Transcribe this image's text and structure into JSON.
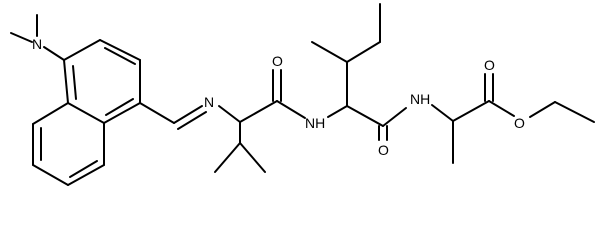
{
  "structure": {
    "atom_labels": {
      "n_dimethylamino": "N",
      "n_imine": "N",
      "o_valine_carbonyl": "O",
      "nh_amide_1": "NH",
      "o_isoleucine_carbonyl": "O",
      "nh_amide_2": "NH",
      "o_ester_carbonyl": "O",
      "o_ester_ether": "O"
    },
    "colors": {
      "bond": "#000000",
      "label": "#000000",
      "background": "#ffffff"
    }
  }
}
